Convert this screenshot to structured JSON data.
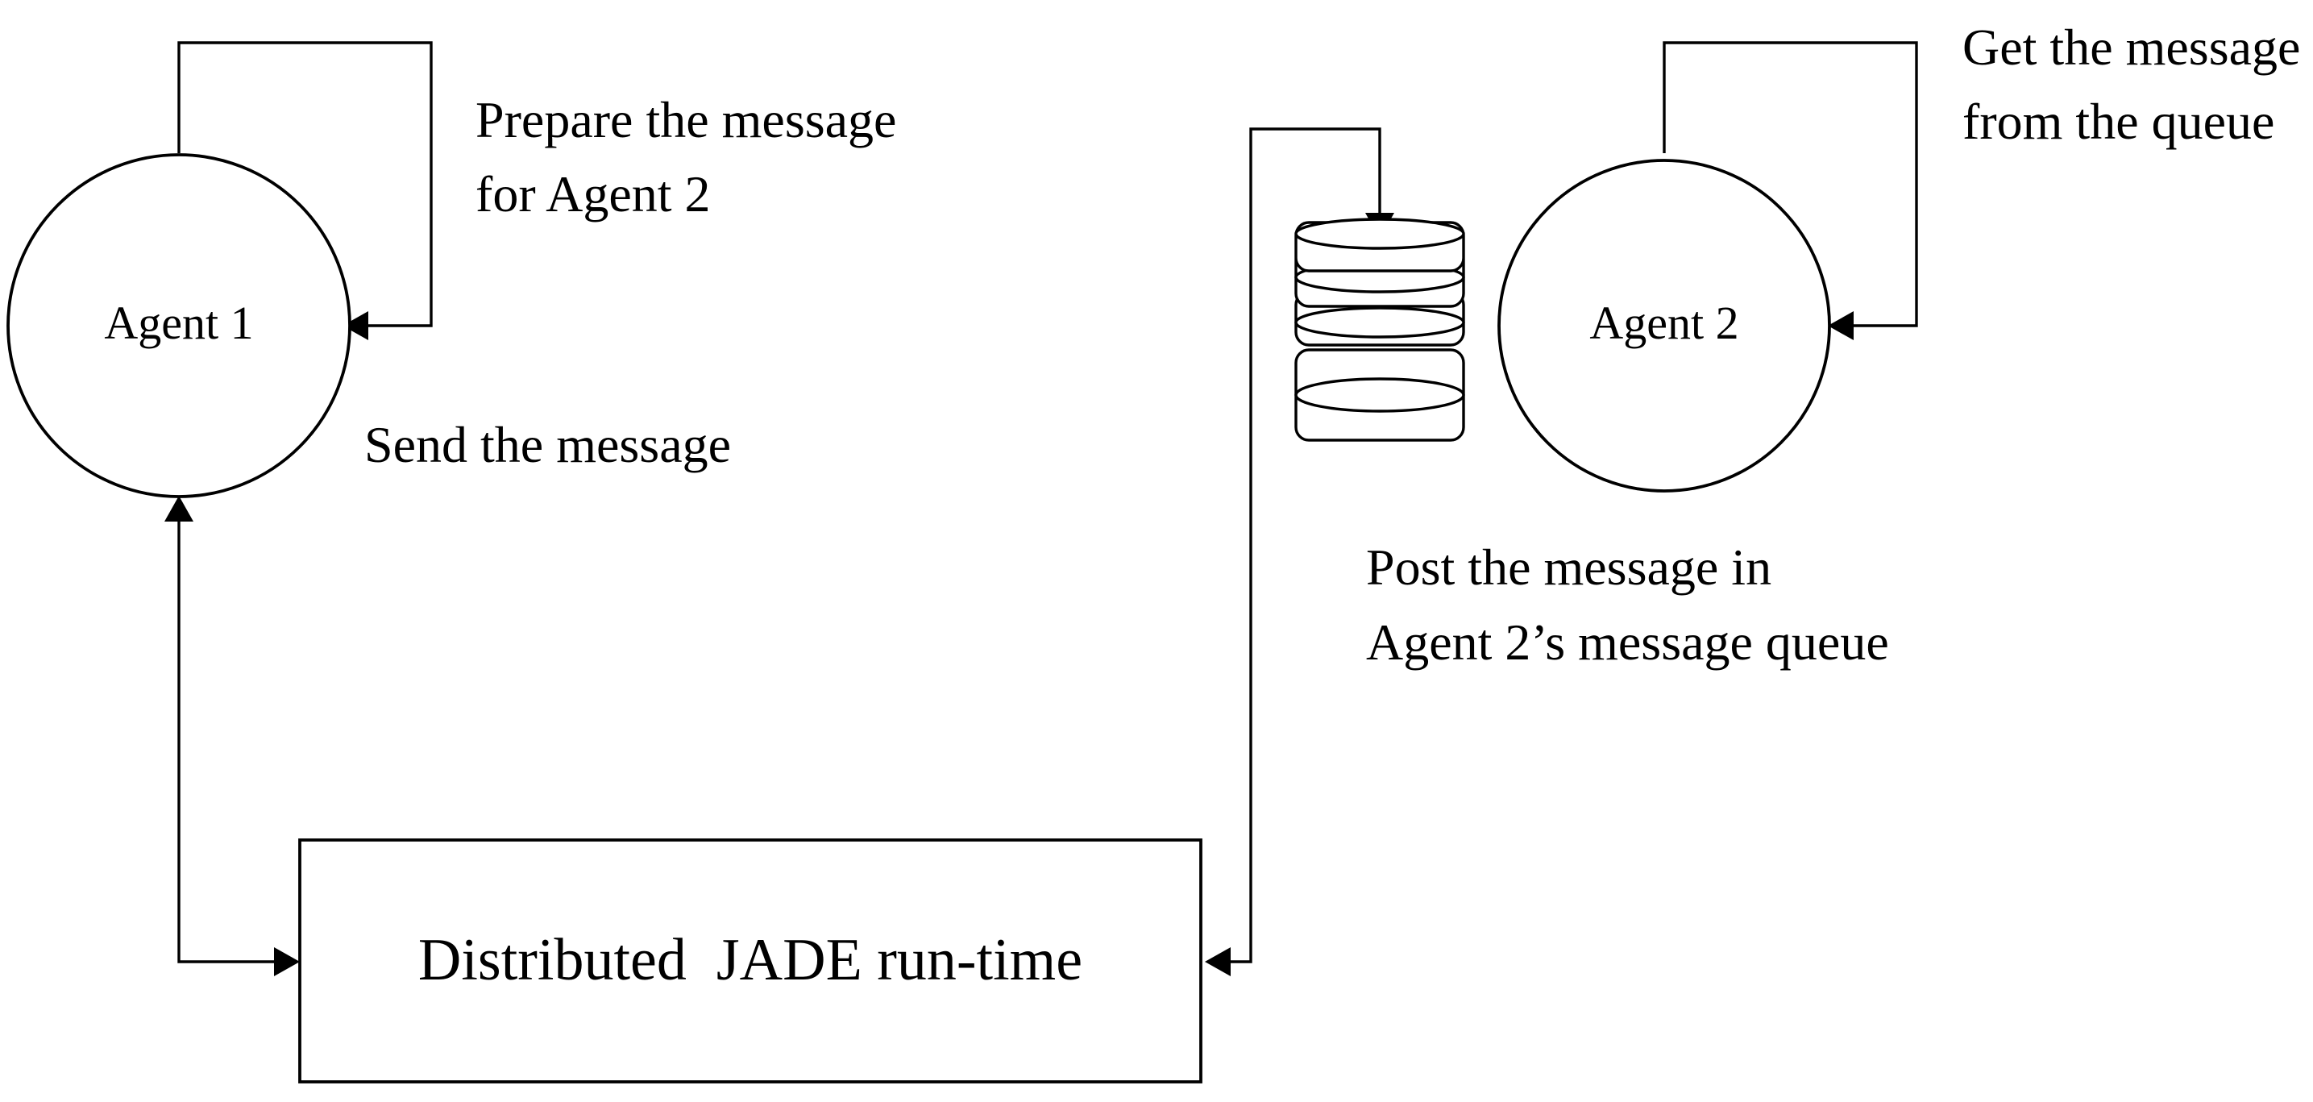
{
  "nodes": {
    "agent1": {
      "label": "Agent 1"
    },
    "agent2": {
      "label": "Agent 2"
    },
    "runtime": {
      "label": "Distributed  JADE run-time"
    },
    "message_queue": {
      "icon": "message-queue-stack-icon"
    }
  },
  "annotations": {
    "prepare_line1": "Prepare the message",
    "prepare_line2": "for Agent 2",
    "send": "Send the message",
    "post_line1": "Post the message in",
    "post_line2": "Agent 2’s message queue",
    "get_line1": "Get the message",
    "get_line2": "from the queue"
  }
}
